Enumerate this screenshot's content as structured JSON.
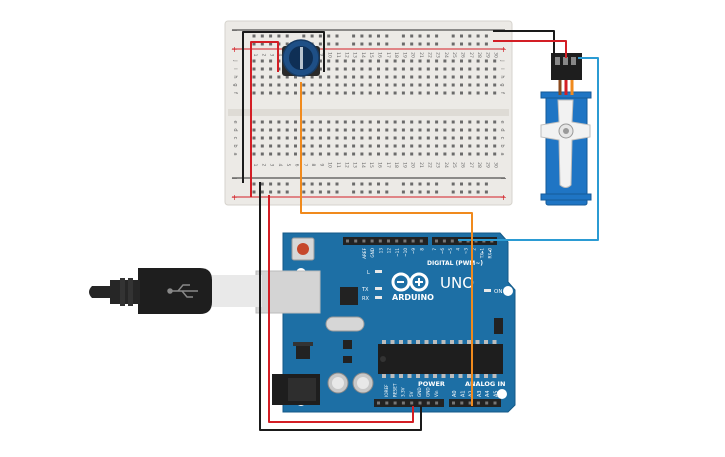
{
  "breadboard": {
    "row_letters_top": [
      "j",
      "i",
      "h",
      "g",
      "f"
    ],
    "row_letters_bottom": [
      "e",
      "d",
      "c",
      "b",
      "a"
    ],
    "column_numbers": [
      "1",
      "2",
      "3",
      "4",
      "5",
      "6",
      "7",
      "8",
      "9",
      "10",
      "11",
      "12",
      "13",
      "14",
      "15",
      "16",
      "17",
      "18",
      "19",
      "20",
      "21",
      "22",
      "23",
      "24",
      "25",
      "26",
      "27",
      "28",
      "29",
      "30"
    ],
    "rail_minus": "−",
    "rail_plus": "+"
  },
  "arduino": {
    "logo_text": "ARDUINO",
    "model": "UNO",
    "digital_label": "DIGITAL (PWM~)",
    "power_label": "POWER",
    "analog_label": "ANALOG IN",
    "on_label": "ON",
    "led_labels": [
      "L",
      "TX",
      "RX"
    ],
    "digital_pins": [
      "AREF",
      "GND",
      "13",
      "12",
      "~11",
      "~10",
      "~9",
      "8",
      "7",
      "~6",
      "~5",
      "4",
      "~3",
      "2",
      "TX▸1",
      "RX◂0"
    ],
    "power_pins": [
      "IOREF",
      "RESET",
      "3.3V",
      "5V",
      "GND",
      "GND",
      "Vin"
    ],
    "analog_pins": [
      "A0",
      "A1",
      "A2",
      "A3",
      "A4",
      "A5"
    ],
    "chip_count": 14
  },
  "colors": {
    "board_blue": "#1d6fa5",
    "breadboard": "#eceae6",
    "wire_black": "#1a1a1a",
    "wire_red": "#d31e25",
    "wire_orange": "#f08a1d",
    "wire_blue": "#2b9bd3",
    "servo_blue": "#1f75c4"
  },
  "components": {
    "potentiometer": "potentiometer",
    "servo": "servo-motor",
    "usb": "usb-cable"
  }
}
